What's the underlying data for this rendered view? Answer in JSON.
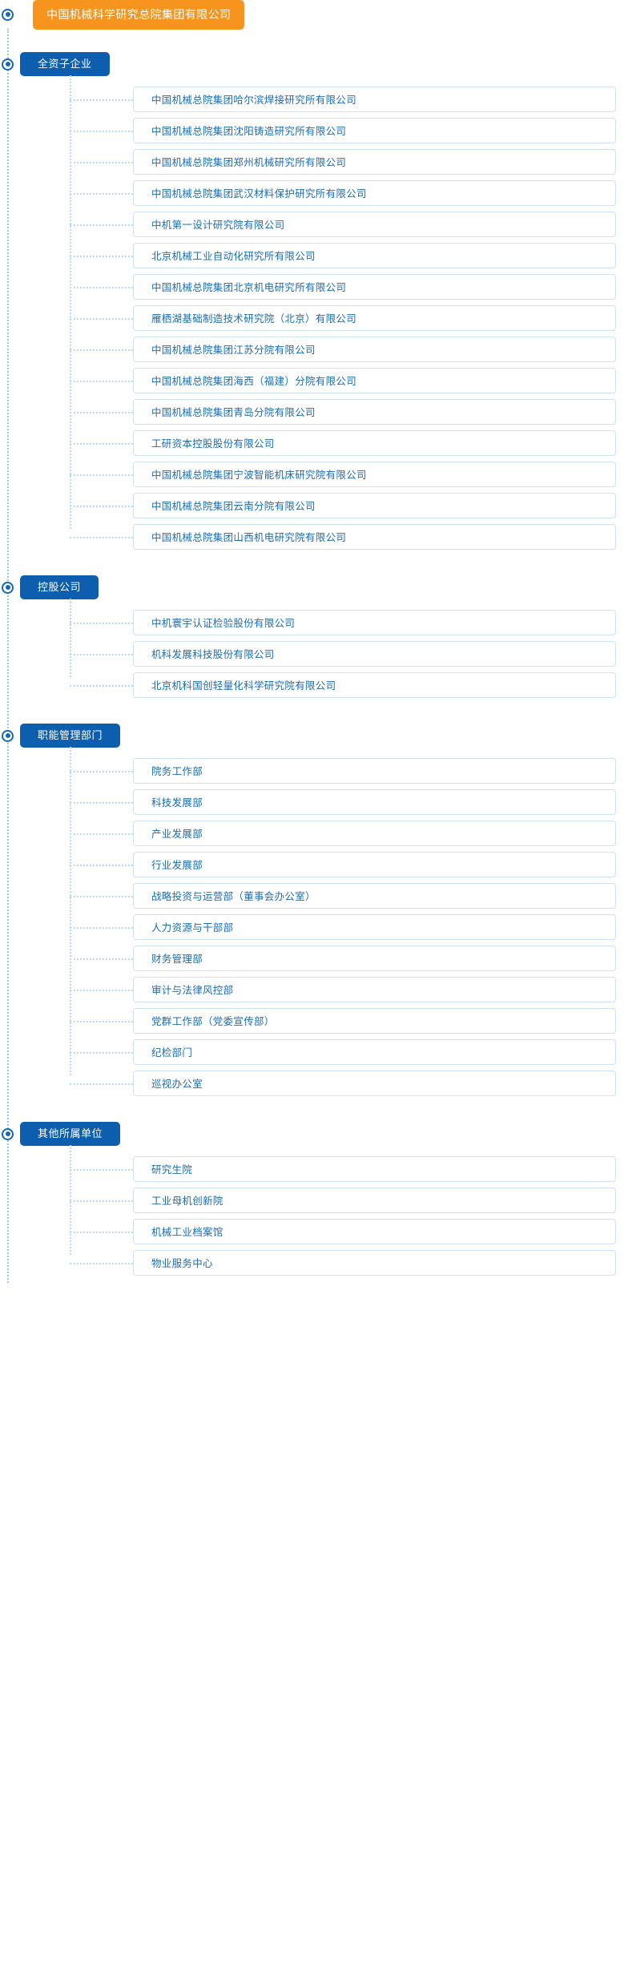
{
  "root": {
    "label": "中国机械科学研究总院集团有限公司",
    "color": "#f7941d"
  },
  "theme": {
    "category_color": "#0d5eaf",
    "item_text_color": "#1a6cb5",
    "item_border_color": "#cfe2f4",
    "connector_color": "#bcd9f2"
  },
  "categories": [
    {
      "label": "全资子企业",
      "items": [
        {
          "label": "中国机械总院集团哈尔滨焊接研究所有限公司"
        },
        {
          "label": "中国机械总院集团沈阳铸造研究所有限公司"
        },
        {
          "label": "中国机械总院集团郑州机械研究所有限公司"
        },
        {
          "label": "中国机械总院集团武汉材料保护研究所有限公司"
        },
        {
          "label": "中机第一设计研究院有限公司"
        },
        {
          "label": "北京机械工业自动化研究所有限公司"
        },
        {
          "label": "中国机械总院集团北京机电研究所有限公司"
        },
        {
          "label": "雁栖湖基础制造技术研究院（北京）有限公司"
        },
        {
          "label": "中国机械总院集团江苏分院有限公司"
        },
        {
          "label": "中国机械总院集团海西（福建）分院有限公司"
        },
        {
          "label": "中国机械总院集团青岛分院有限公司"
        },
        {
          "label": "工研资本控股股份有限公司"
        },
        {
          "label": "中国机械总院集团宁波智能机床研究院有限公司"
        },
        {
          "label": "中国机械总院集团云南分院有限公司"
        },
        {
          "label": "中国机械总院集团山西机电研究院有限公司"
        }
      ]
    },
    {
      "label": "控股公司",
      "items": [
        {
          "label": "中机寰宇认证检验股份有限公司"
        },
        {
          "label": "机科发展科技股份有限公司"
        },
        {
          "label": "北京机科国创轻量化科学研究院有限公司"
        }
      ]
    },
    {
      "label": "职能管理部门",
      "items": [
        {
          "label": "院务工作部"
        },
        {
          "label": "科技发展部"
        },
        {
          "label": "产业发展部"
        },
        {
          "label": "行业发展部"
        },
        {
          "label": "战略投资与运营部（董事会办公室）"
        },
        {
          "label": "人力资源与干部部"
        },
        {
          "label": "财务管理部"
        },
        {
          "label": "审计与法律风控部"
        },
        {
          "label": "党群工作部（党委宣传部）"
        },
        {
          "label": "纪检部门"
        },
        {
          "label": "巡视办公室"
        }
      ]
    },
    {
      "label": "其他所属单位",
      "items": [
        {
          "label": "研究生院"
        },
        {
          "label": "工业母机创新院"
        },
        {
          "label": "机械工业档案馆"
        },
        {
          "label": "物业服务中心"
        }
      ]
    }
  ]
}
